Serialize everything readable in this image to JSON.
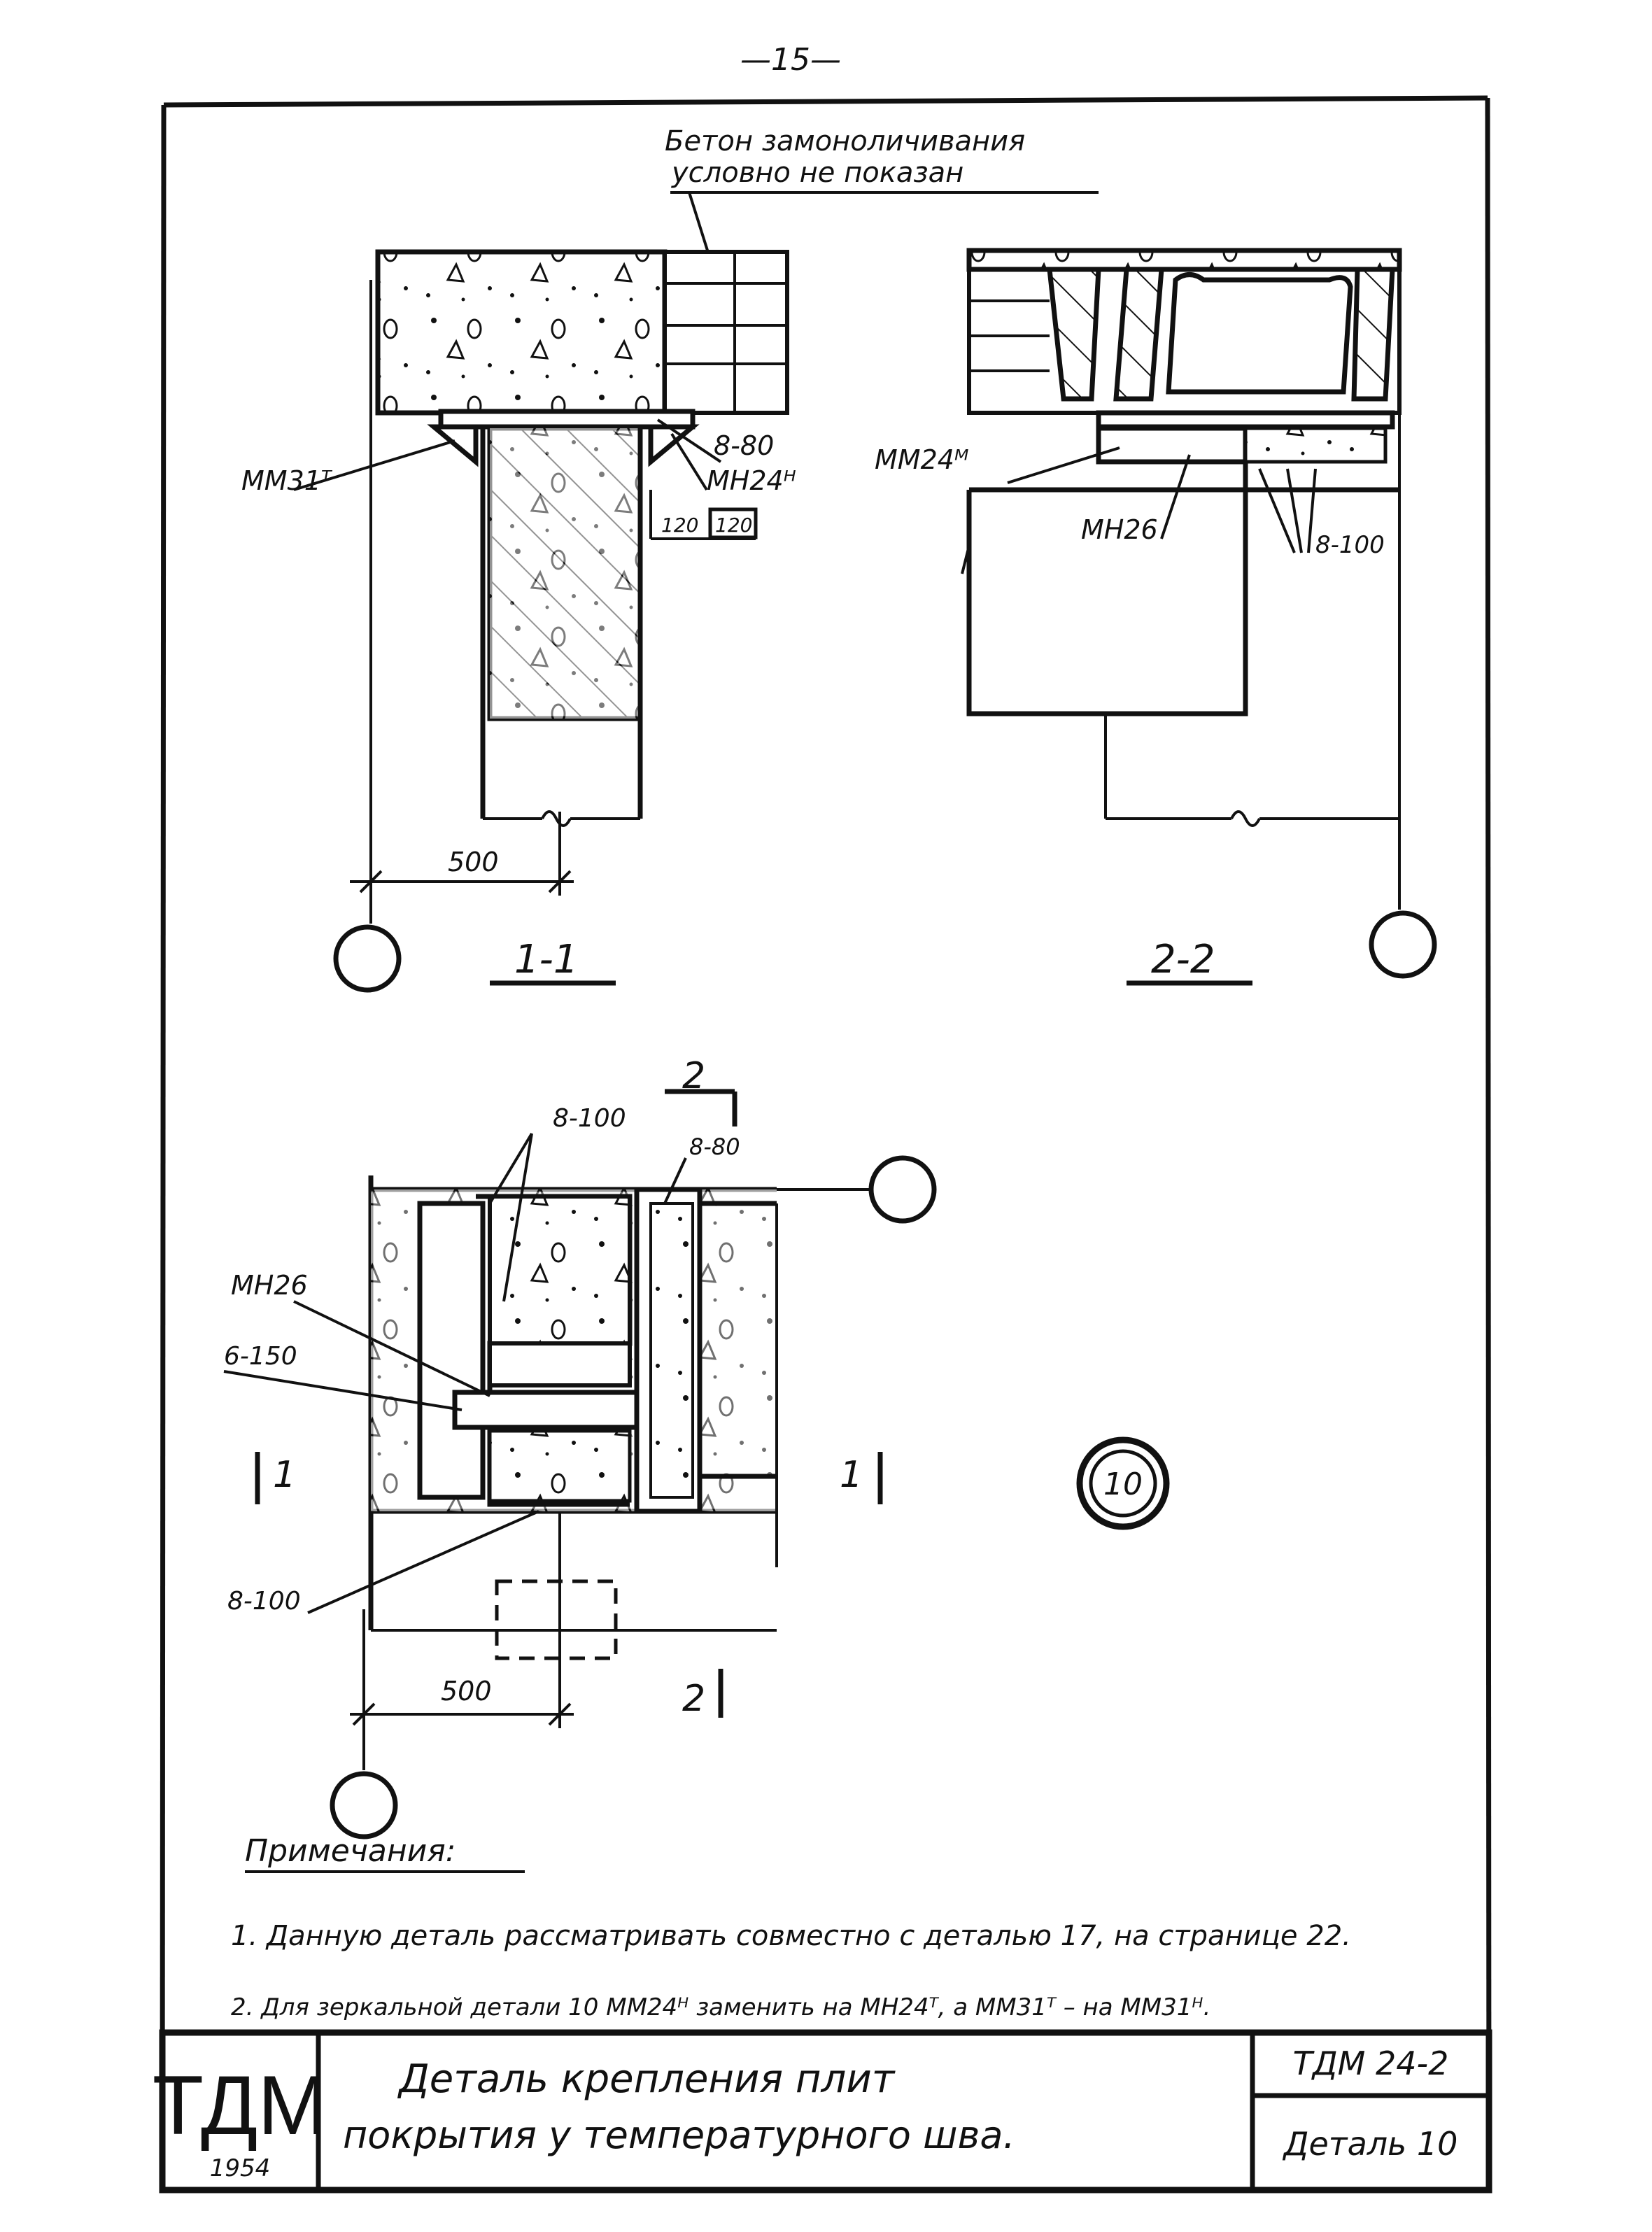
{
  "page_number": "—15—",
  "top_note": {
    "line1": "Бетон замоноличивания",
    "line2": "условно не показан"
  },
  "section_1_1": {
    "title": "1-1",
    "labels": {
      "mm31": "ММ31ᵀ",
      "rebar_8_80": "8-80",
      "mn24": "МН24ᴴ",
      "dim_120": "120",
      "dim_boxed": "120",
      "dim_500": "500"
    }
  },
  "section_2_2": {
    "title": "2-2",
    "labels": {
      "mm24": "ММ24ᴹ",
      "mn26": "МН26",
      "rebar_8_100": "8-100"
    }
  },
  "plan": {
    "labels": {
      "rebar_8_100_top": "8-100",
      "rebar_8_80": "8-80",
      "mn26": "МН26",
      "rebar_6_150": "6-150",
      "rebar_8_100_bottom": "8-100",
      "cut_2_top": "2",
      "cut_2_bottom": "2",
      "cut_1_left": "1",
      "cut_1_right": "1",
      "dim_500": "500"
    },
    "detail_marker": "10"
  },
  "notes": {
    "heading": "Примечания:",
    "items": [
      "1. Данную деталь рассматривать совместно с деталью 17, на странице 22.",
      "2. Для зеркальной детали 10 ММ24ᴴ заменить на МН24ᵀ, а ММ31ᵀ – на ММ31ᴴ."
    ]
  },
  "title_block": {
    "logo": "ТДМ",
    "year": "1954",
    "title_line1": "Деталь крепления плит",
    "title_line2": "покрытия у температурного шва.",
    "code": "ТДМ 24-2",
    "sheet": "Деталь 10"
  }
}
